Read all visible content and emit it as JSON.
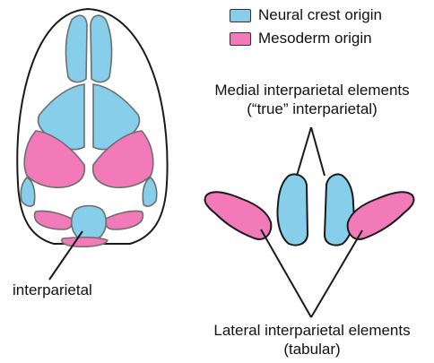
{
  "legend": [
    {
      "label": "Neural crest origin",
      "color": "#87ceeb"
    },
    {
      "label": "Mesoderm origin",
      "color": "#f27ab9"
    }
  ],
  "labels": {
    "interparietal": "interparietal",
    "medial_line1": "Medial interparietal elements",
    "medial_line2": "(“true” interparietal)",
    "lateral_line1": "Lateral interparietal elements",
    "lateral_line2": "(tabular)"
  },
  "colors": {
    "neural_crest": "#87ceeb",
    "mesoderm": "#f27ab9",
    "outline": "#1a1a1a",
    "bone_stroke": "#6d6d6d"
  }
}
